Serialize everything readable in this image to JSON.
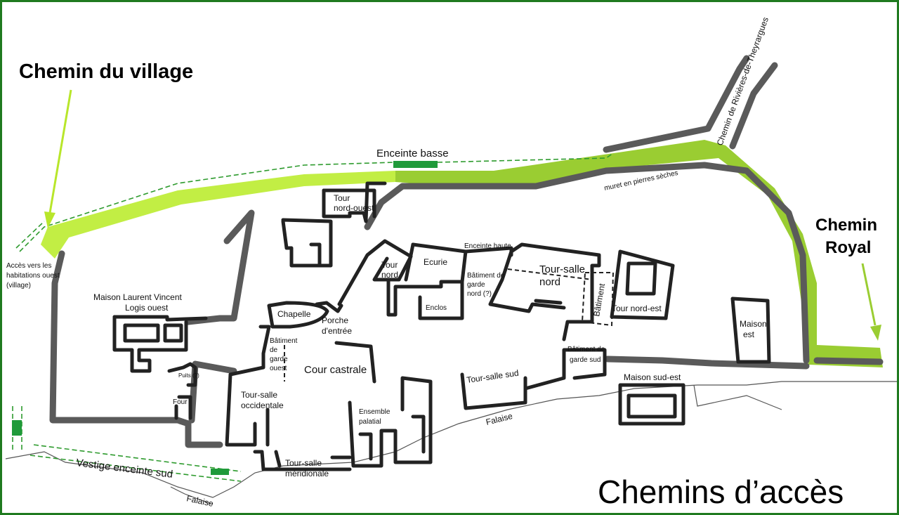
{
  "map": {
    "title": "Chemins d’accès",
    "colors": {
      "path_village": "#c2ee44",
      "path_royal": "#9acd32",
      "enceinte_basse": "#1f9a3a",
      "walls": "#222222",
      "outer_walls": "#5a5a5a",
      "frame": "#1f7a1f"
    },
    "routes": {
      "village": "Chemin du village",
      "royal_line1": "Chemin",
      "royal_line2": "Royal",
      "rivieres": "Chemin de Rivières-de-Theyrargues"
    },
    "labels": {
      "enceinte_basse": "Enceinte basse",
      "muret": "muret en pierres sèches",
      "acces_1": "Accès vers les",
      "acces_2": "habitations ouest",
      "acces_3": "(village)",
      "maison_laurent": "Maison Laurent Vincent",
      "logis_ouest": "Logis ouest",
      "puits": "Puits (?)",
      "four": "Four",
      "tour_no_1": "Tour",
      "tour_no_2": "nord-ouest",
      "tour_nord_1": "Tour",
      "tour_nord_2": "nord",
      "ecurie": "Ecurie",
      "enclos": "Enclos",
      "enceinte_haute": "Enceinte haute",
      "bat_garde_nord_1": "Bâtiment de",
      "bat_garde_nord_2": "garde",
      "bat_garde_nord_3": "nord (?)",
      "tour_salle_nord_1": "Tour-salle",
      "tour_salle_nord_2": "nord",
      "batiment": "Bâtiment",
      "tour_nord_est": "Tour nord-est",
      "maison_est_1": "Maison",
      "maison_est_2": "est",
      "chapelle": "Chapelle",
      "porche_1": "Porche",
      "porche_2": "d'entrée",
      "bat_garde_ouest_1": "Bâtiment",
      "bat_garde_ouest_2": "de",
      "bat_garde_ouest_3": "garde",
      "bat_garde_ouest_4": "ouest",
      "cour_castrale": "Cour castrale",
      "tour_salle_occ_1": "Tour-salle",
      "tour_salle_occ_2": "occidentale",
      "ensemble_1": "Ensemble",
      "ensemble_2": "palatial",
      "tour_salle_sud": "Tour-salle sud",
      "bat_garde_sud_1": "Bâtiment de",
      "bat_garde_sud_2": "garde sud",
      "maison_sud_est": "Maison sud-est",
      "falaise_1": "Falaise",
      "falaise_2": "Falaise",
      "tour_salle_mer_1": "Tour-salle",
      "tour_salle_mer_2": "méridionale",
      "vestige": "Vestige enceinte sud"
    }
  }
}
